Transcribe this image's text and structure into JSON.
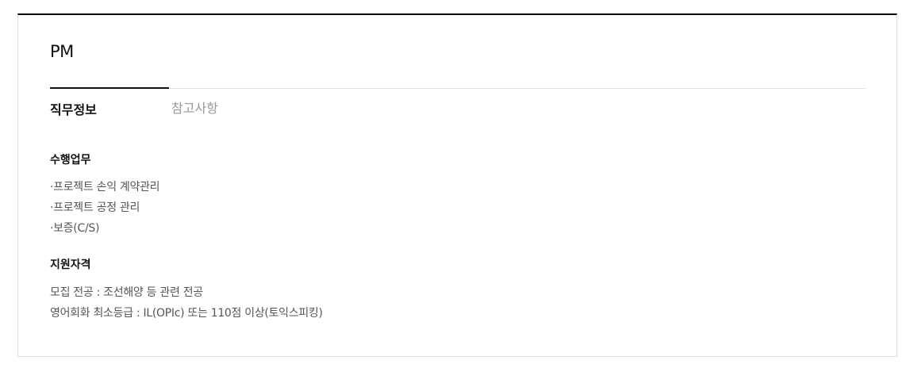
{
  "job": {
    "title": "PM"
  },
  "tabs": [
    {
      "label": "직무정보",
      "active": true
    },
    {
      "label": "참고사항",
      "active": false
    }
  ],
  "sections": [
    {
      "heading": "수행업무",
      "items": [
        "·프로젝트 손익 계약관리",
        "·프로젝트 공정 관리",
        "·보증(C/S)"
      ]
    },
    {
      "heading": "지원자격",
      "items": [
        "모집 전공 : 조선해양 등 관련 전공",
        "영어회화 최소등급 : IL(OPIc) 또는 110점 이상(토익스피킹)"
      ]
    }
  ],
  "colors": {
    "accent": "#000000",
    "border": "#dcdcdc",
    "body_text": "#555555",
    "inactive_tab": "#999999"
  }
}
